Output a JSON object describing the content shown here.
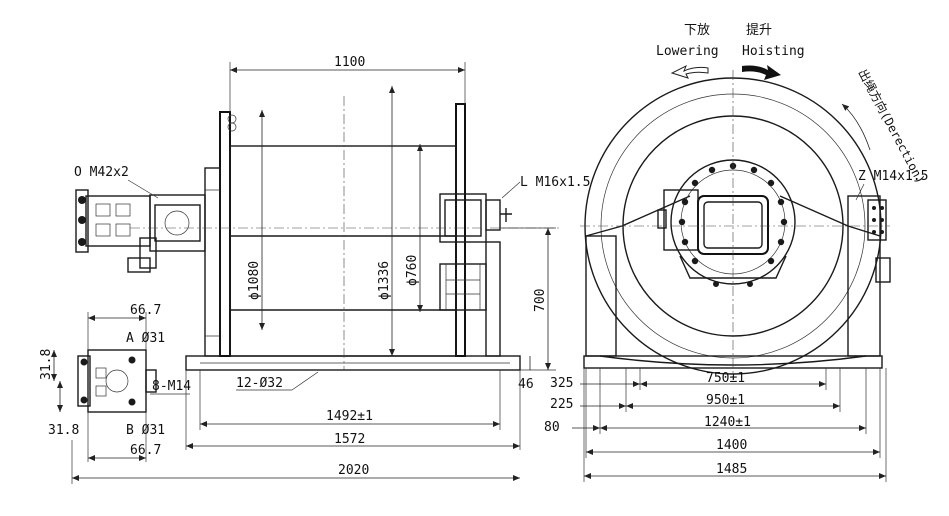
{
  "direction": {
    "lowering_cn": "下放",
    "lowering_en": "Lowering",
    "hoisting_cn": "提升",
    "hoisting_en": "Hoisting",
    "rotation_label": "出绳方向(Derection)"
  },
  "labels": {
    "port_o": "O M42x2",
    "port_l": "L M16x1.5",
    "port_z": "Z M14x1.5",
    "port_a": "A Ø31",
    "port_b": "B Ø31",
    "bolts_8": "8-M14",
    "holes_12": "12-Ø32"
  },
  "dims": {
    "width_1100": "1100",
    "dia_1080": "ϕ1080",
    "dia_1336": "ϕ1336",
    "dia_760": "ϕ760",
    "height_700": "700",
    "base_46": "46",
    "len_1492": "1492±1",
    "len_1572": "1572",
    "len_2020": "2020",
    "valve_66_top": "66.7",
    "valve_66_bot": "66.7",
    "valve_31_top": "31.8",
    "valve_31_bot": "31.8",
    "side_325": "325",
    "side_225": "225",
    "side_80": "80",
    "side_750": "750±1",
    "side_950": "950±1",
    "side_1240": "1240±1",
    "side_1400": "1400",
    "side_1485": "1485"
  }
}
